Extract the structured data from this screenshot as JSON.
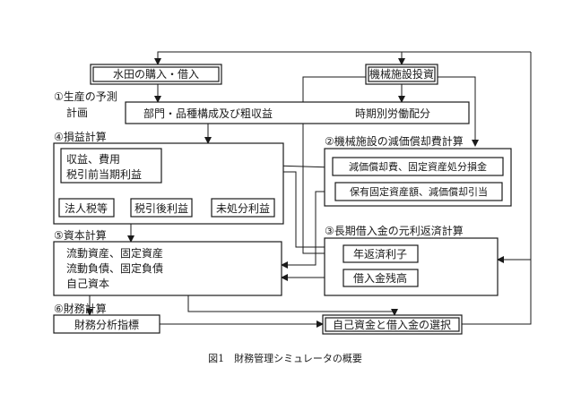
{
  "boxes": {
    "paddy": "水田の購入・借入",
    "machinery_invest": "機械施設投資",
    "sections_crops": "部門・品種構成及び粗収益",
    "labor_allocation": "時期別労働配分",
    "revenue_cost": "収益、費用",
    "pretax_profit": "税引前当期利益",
    "corporate_tax": "法人税等",
    "after_tax_profit": "税引後利益",
    "unappropriated_profit": "未処分利益",
    "depreciation_expense": "減価償却費、固定資産処分損金",
    "fixed_assets_held": "保有固定資産額、減価償却引当",
    "annual_repayment": "年返済利子",
    "loan_balance": "借入金残高",
    "assets": "流動資産、固定資産",
    "liabilities": "流動負債、固定負債",
    "equity": "自己資本",
    "financial_indicators": "財務分析指標",
    "selection": "自己資金と借入金の選択"
  },
  "labels": {
    "production_forecast_1": "①生産の予測",
    "production_forecast_2": "計画",
    "profit_calc": "④損益計算",
    "depreciation_calc": "②機械施設の減価償却費計算",
    "loan_calc": "③長期借入金の元利返済計算",
    "capital_calc": "⑤資本計算",
    "financial_calc": "⑥財務計算"
  },
  "caption": "図1　財務管理シミュレータの概要"
}
